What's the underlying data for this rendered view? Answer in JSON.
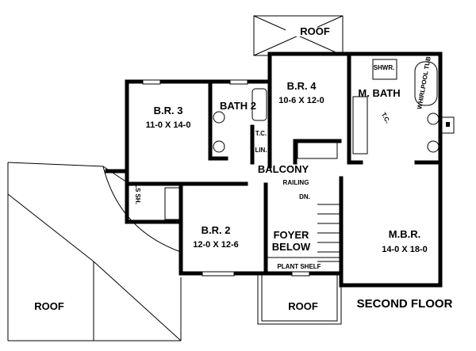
{
  "title": "SECOND FLOOR",
  "rooms": {
    "roof_top": "ROOF",
    "roof_left": "ROOF",
    "roof_bottom": "ROOF",
    "br4": {
      "name": "B.R. 4",
      "size": "10-6 X 12-0"
    },
    "br3": {
      "name": "B.R. 3",
      "size": "11-0 X 14-0"
    },
    "br2": {
      "name": "B.R. 2",
      "size": "12-0 X 12-6"
    },
    "mbr": {
      "name": "M.B.R.",
      "size": "14-0 X 18-0"
    },
    "bath2": "BATH 2",
    "mbath": "M. BATH",
    "shower": "SHWR.",
    "tub": "WHIRLPOOL TUB",
    "tc1": "T.C.",
    "tc2": "T.C.",
    "linen": "LIN.",
    "ls_sh": "LS SH.",
    "balcony": "BALCONY",
    "railing": "RAILING",
    "down": "DN.",
    "foyer": "FOYER",
    "foyer2": "BELOW",
    "plant_shelf": "PLANT SHELF"
  }
}
